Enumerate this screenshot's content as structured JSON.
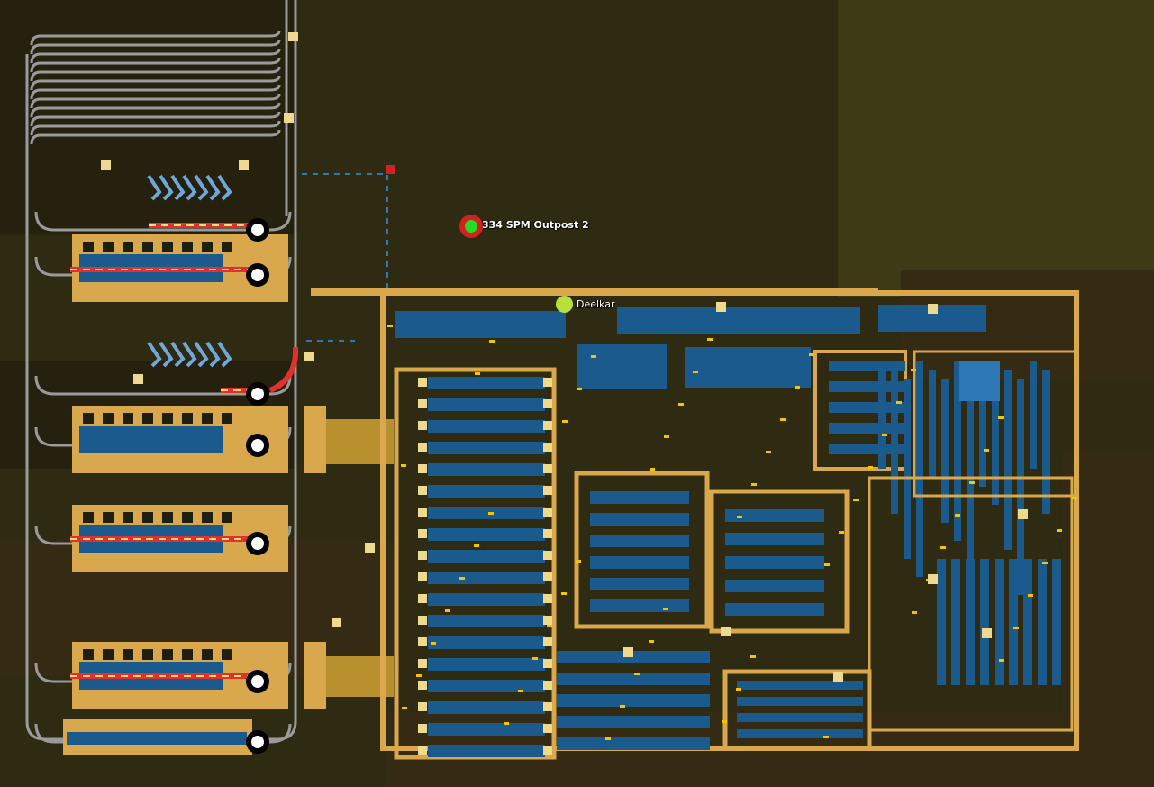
{
  "map": {
    "title": "Factorio map view",
    "colors": {
      "terrain": "#2f2a12",
      "terrain_light": "#3d3a16",
      "terrain_dark": "#26200f",
      "outer_dark": "#352b14",
      "structure": "#d9a84c",
      "machine": "#1b5a8d",
      "machine_light": "#2e79b5",
      "rail": "#9a9a9a",
      "belt": "#f5c400",
      "train": "#e03030",
      "station": "#ffffff"
    }
  },
  "tags": [
    {
      "name": "outpost-tag",
      "label": "334 SPM Outpost 2",
      "icon": "green-dot-red-ring-icon"
    }
  ],
  "players": [
    {
      "name": "player-marker",
      "label": "Deelkar",
      "icon": "player-dot-icon"
    }
  ]
}
